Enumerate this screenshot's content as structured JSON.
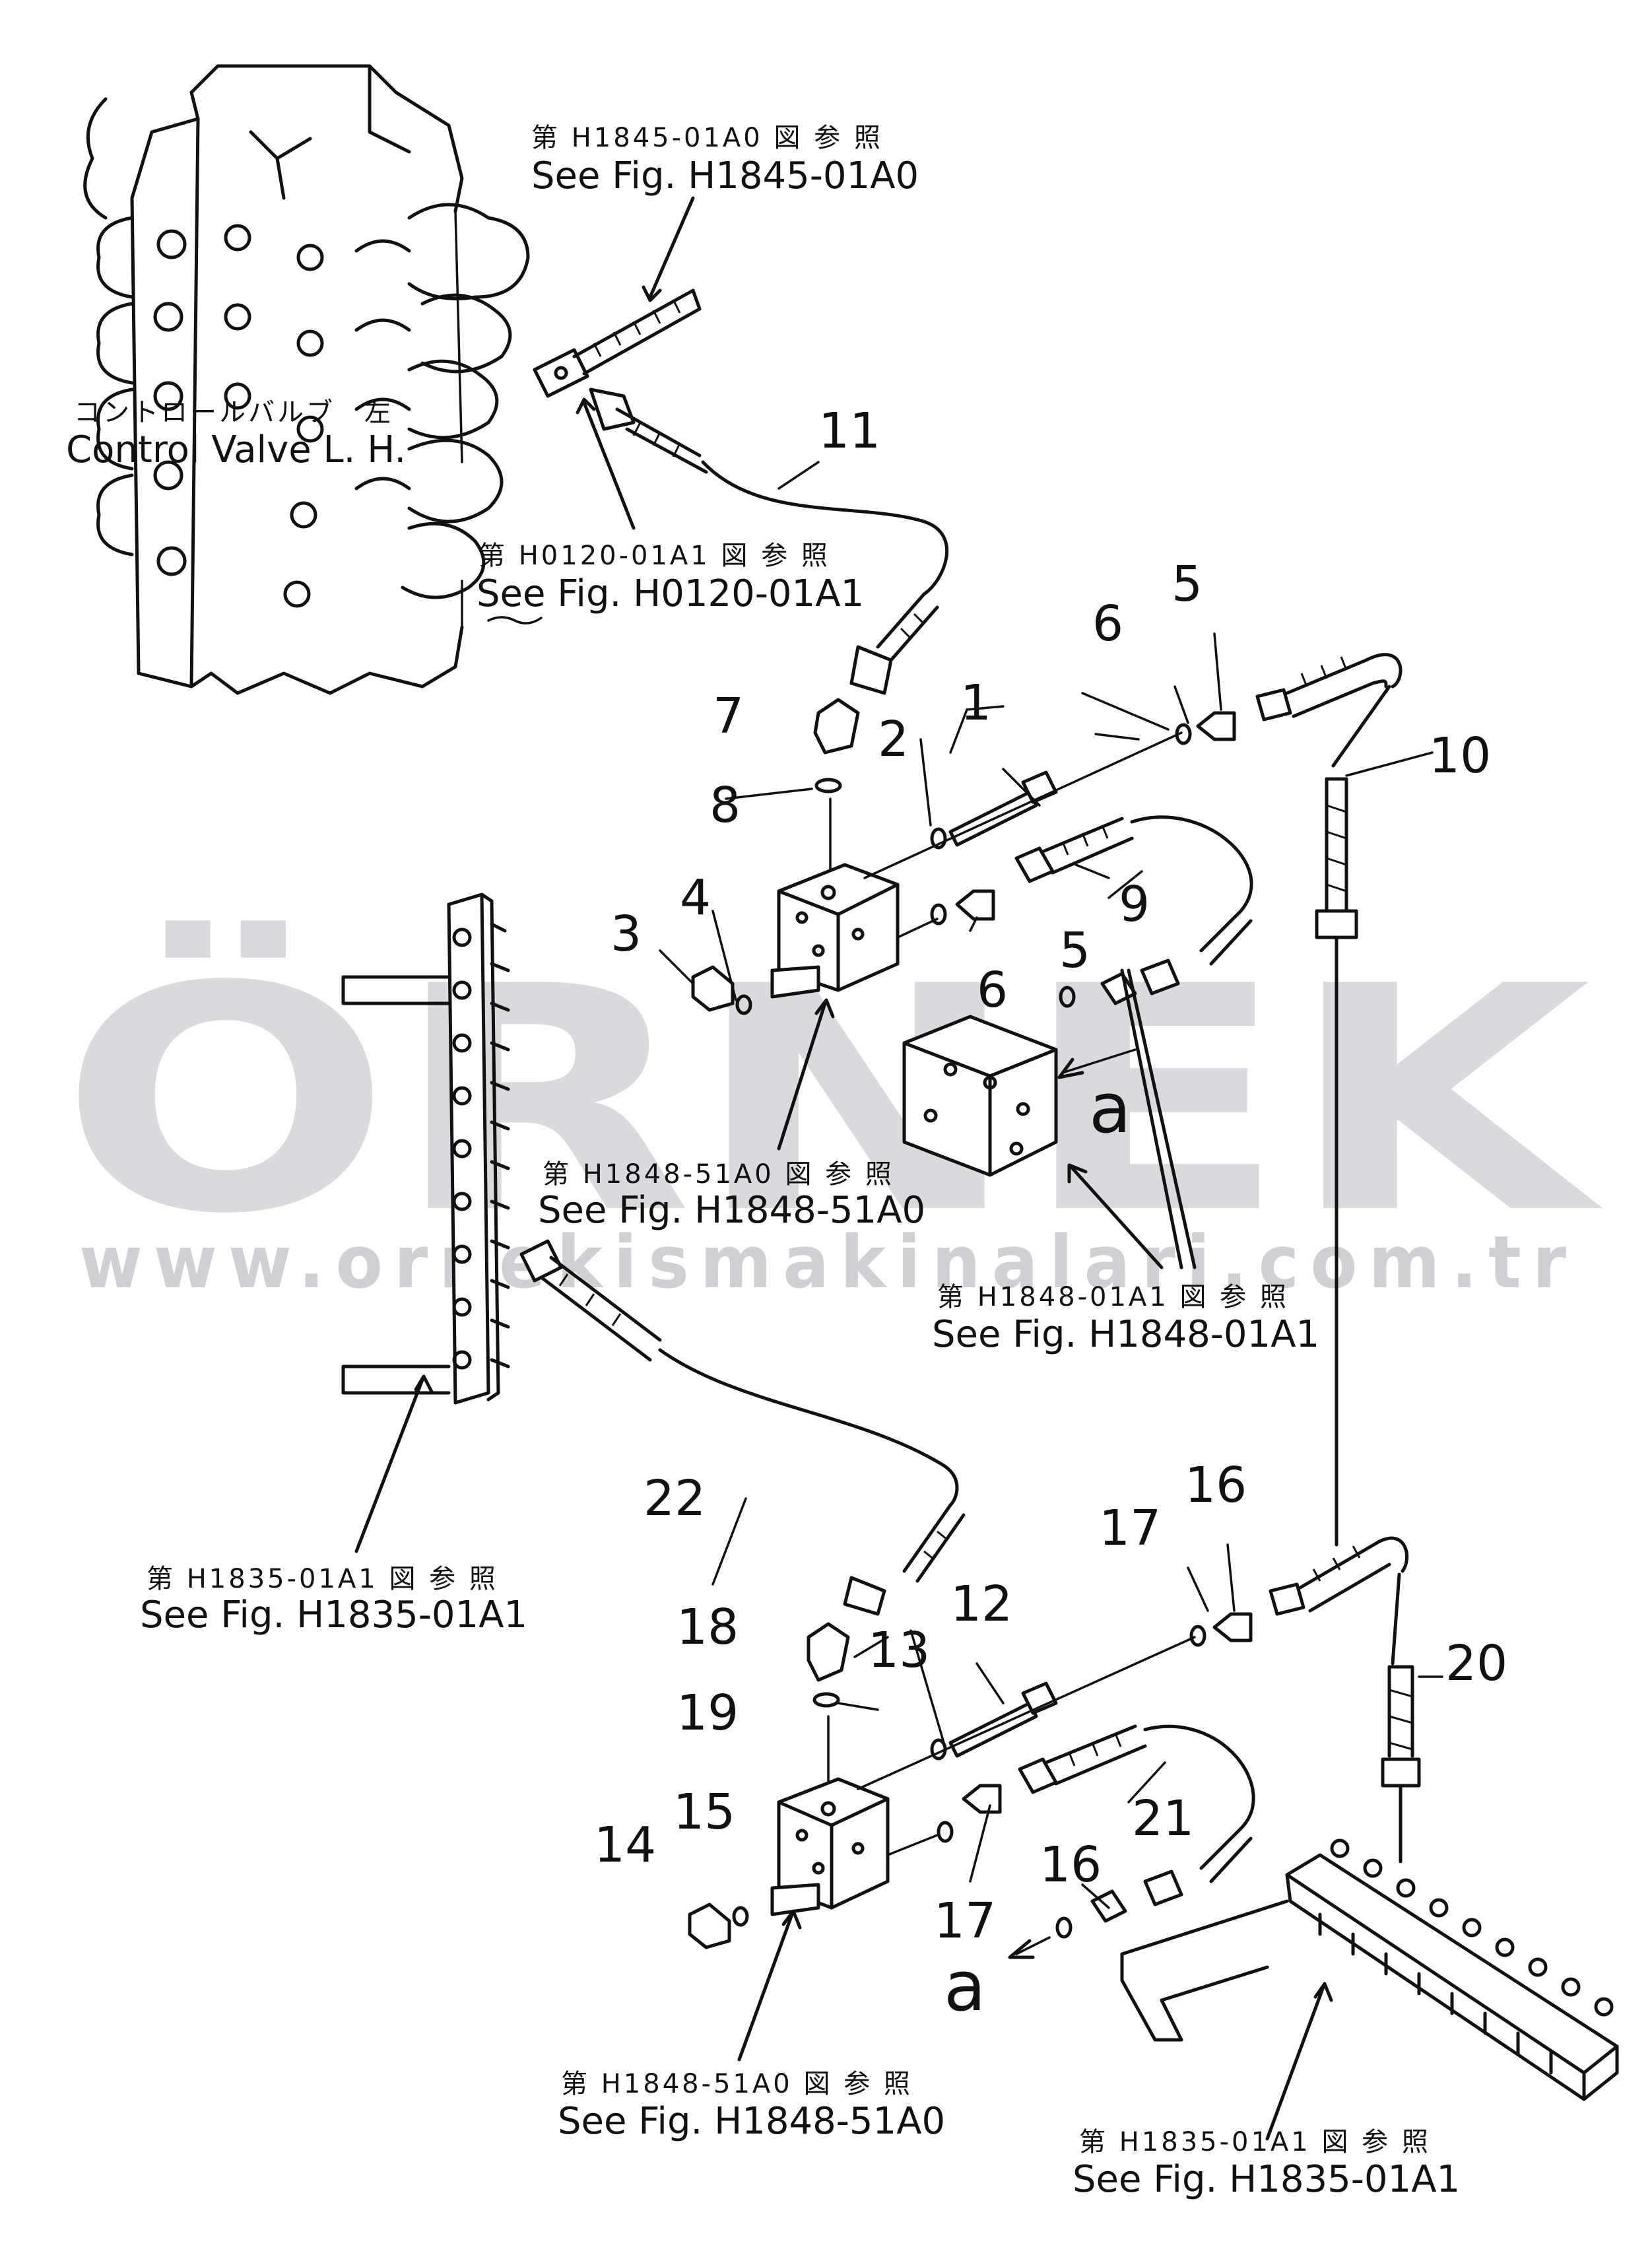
{
  "watermark": {
    "letters": "ÖRNEK",
    "url": "www.ornekismakinalari.com.tr",
    "accent_color": "#f6d76b",
    "letter_color": "#d9d9de"
  },
  "callouts": {
    "control_valve": {
      "jp": "コントロールバルブ　左",
      "en": "Control  Valve  L. H."
    },
    "ref_h1845": {
      "jp": "第 H1845-01A0 図 参 照",
      "en": "See Fig. H1845-01A0"
    },
    "ref_h0120": {
      "jp": "第 H0120-01A1 図 参 照",
      "en": "See Fig. H0120-01A1"
    },
    "ref_h1848_51_top": {
      "jp": "第 H1848-51A0 図 参 照",
      "en": "See Fig. H1848-51A0"
    },
    "ref_h1848_01": {
      "jp": "第 H1848-01A1 図 参 照",
      "en": "See Fig. H1848-01A1"
    },
    "ref_h1835_left": {
      "jp": "第 H1835-01A1 図 参 照",
      "en": "See Fig. H1835-01A1"
    },
    "ref_h1848_51_bottom": {
      "jp": "第 H1848-51A0 図 参 照",
      "en": "See Fig. H1848-51A0"
    },
    "ref_h1835_bottom": {
      "jp": "第 H1835-01A1 図 参 照",
      "en": "See Fig. H1835-01A1"
    }
  },
  "part_numbers": {
    "p1": "1",
    "p2": "2",
    "p3": "3",
    "p4": "4",
    "p5a": "5",
    "p5b": "5",
    "p6a": "6",
    "p6b": "6",
    "p7": "7",
    "p8": "8",
    "p9": "9",
    "p10": "10",
    "p11": "11",
    "p12": "12",
    "p13": "13",
    "p14": "14",
    "p15": "15",
    "p16a": "16",
    "p16b": "16",
    "p17a": "17",
    "p17b": "17",
    "p18": "18",
    "p19": "19",
    "p20": "20",
    "p21": "21",
    "p22": "22"
  },
  "connector_labels": {
    "a_top": "a",
    "a_bottom": "a"
  }
}
